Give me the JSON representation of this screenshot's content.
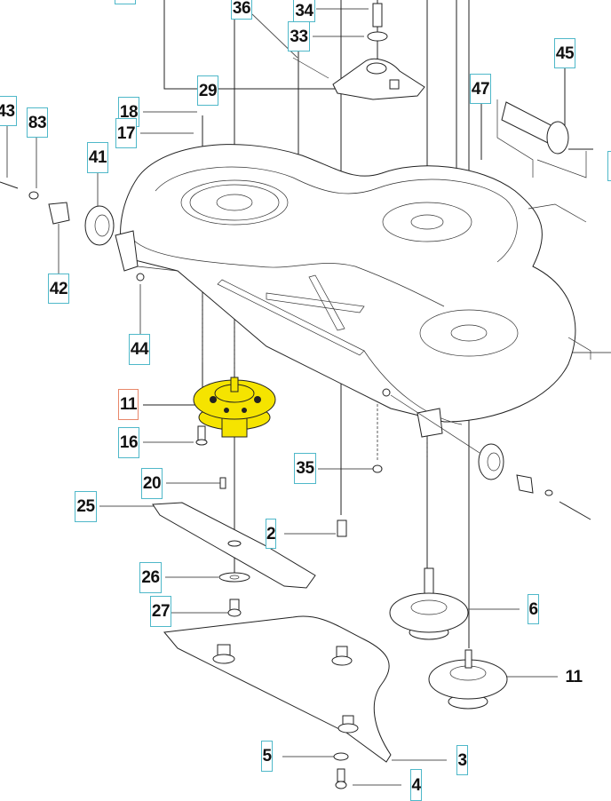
{
  "diagram": {
    "title": "Cutting deck exploded parts view",
    "highlight_color": "#f5e400",
    "callout_border_color": "#4fb8c9",
    "selected_border_color": "#e8876a",
    "selected_part": "11",
    "callouts": [
      {
        "id": "top-cut",
        "label": ""
      },
      {
        "id": "36",
        "label": "36"
      },
      {
        "id": "34",
        "label": "34"
      },
      {
        "id": "33",
        "label": "33"
      },
      {
        "id": "29",
        "label": "29"
      },
      {
        "id": "45",
        "label": "45"
      },
      {
        "id": "47",
        "label": "47"
      },
      {
        "id": "43",
        "label": "43"
      },
      {
        "id": "83",
        "label": "83"
      },
      {
        "id": "18",
        "label": "18"
      },
      {
        "id": "17",
        "label": "17"
      },
      {
        "id": "41",
        "label": "41"
      },
      {
        "id": "42",
        "label": "42"
      },
      {
        "id": "44",
        "label": "44"
      },
      {
        "id": "11-selected",
        "label": "11"
      },
      {
        "id": "16",
        "label": "16"
      },
      {
        "id": "35",
        "label": "35"
      },
      {
        "id": "20",
        "label": "20"
      },
      {
        "id": "25",
        "label": "25"
      },
      {
        "id": "2",
        "label": "2"
      },
      {
        "id": "26",
        "label": "26"
      },
      {
        "id": "27",
        "label": "27"
      },
      {
        "id": "6",
        "label": "6"
      },
      {
        "id": "11-right",
        "label": "11"
      },
      {
        "id": "5",
        "label": "5"
      },
      {
        "id": "3",
        "label": "3"
      },
      {
        "id": "4",
        "label": "4"
      },
      {
        "id": "right-edge-cut",
        "label": ""
      }
    ]
  }
}
